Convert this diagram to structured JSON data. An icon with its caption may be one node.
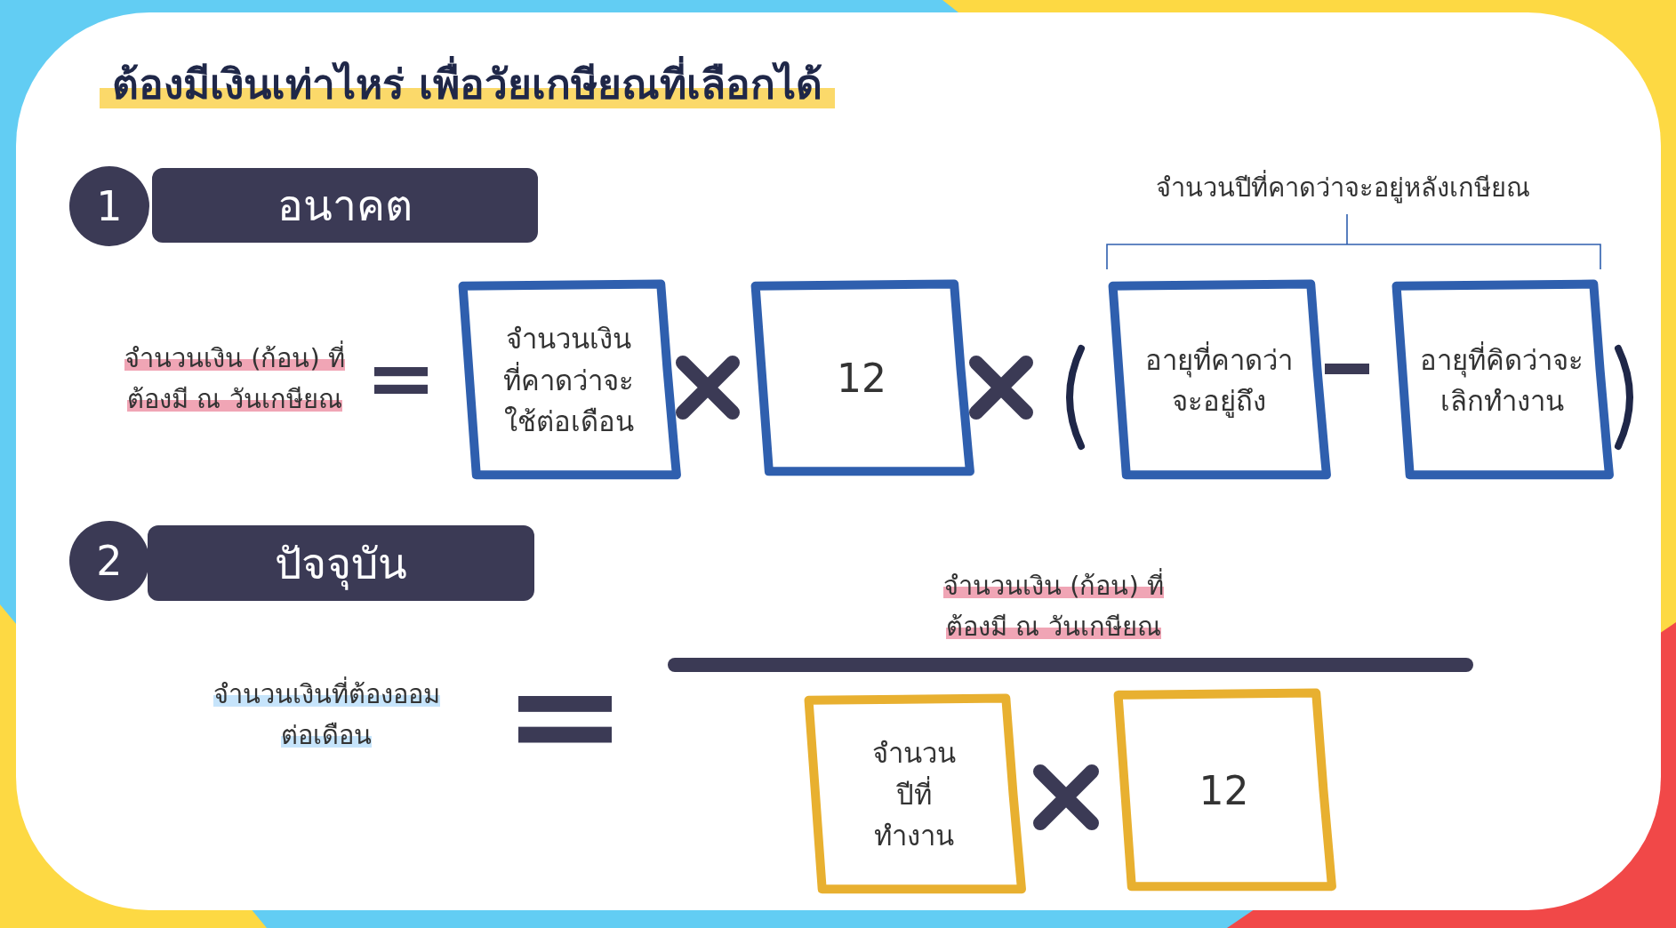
{
  "diagram": {
    "title": "ต้องมีเงินเท่าไหร่ เพื่อวัยเกษียณที่เลือกได้",
    "nodes": [
      {
        "text": [
          "1"
        ]
      },
      {
        "text": [
          "อนาคต"
        ]
      },
      {
        "text": [
          "จำนวนเงินที่คาดว่าจะใช้ต่อเดือน"
        ]
      },
      {
        "text": [
          "12"
        ]
      },
      {
        "text": [
          "อายุที่คาดว่าจะอยู่ถึง"
        ]
      },
      {
        "text": [
          "อายุที่คิดว่าจะเลิกทำงาน"
        ]
      },
      {
        "text": [
          "2"
        ]
      },
      {
        "text": [
          "ปัจจุบัน"
        ]
      },
      {
        "text": [
          "จำนวนปีที่ทำงาน"
        ]
      },
      {
        "text": [
          "12"
        ]
      },
      {
        "text": [],
        "shape": "bar"
      }
    ],
    "labels": [
      "จำนวนปีที่คาดว่าจะอยู่หลังเกษียณ",
      "จำนวนเงิน (ก้อน) ที่ต้องมี ณ วันเกษียณ",
      "จำนวนเงินที่ต้องออมต่อเดือน",
      "จำนวนเงิน (ก้อน) ที่ต้องมี ณ วันเกษียณ"
    ]
  }
}
